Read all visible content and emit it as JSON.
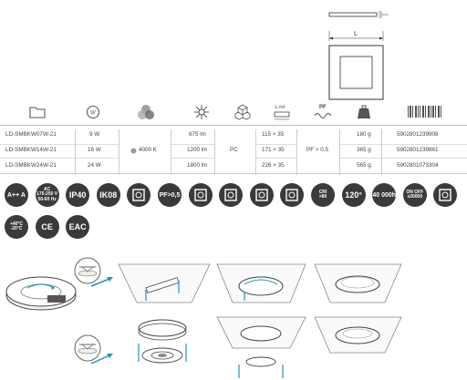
{
  "drawing": {
    "dim_label": "L"
  },
  "columns": [
    {
      "icon": "folder-icon"
    },
    {
      "icon": "watt-icon"
    },
    {
      "icon": "color-temperature-icon"
    },
    {
      "icon": "lumen-icon"
    },
    {
      "icon": "material-icon"
    },
    {
      "icon": "dimensions-icon",
      "label": "L×H"
    },
    {
      "icon": "power-factor-icon",
      "label": "PF"
    },
    {
      "icon": "weight-icon"
    },
    {
      "icon": "barcode-icon"
    }
  ],
  "rows": [
    {
      "model": "LD-SMBKW07W-21",
      "power": "9 W",
      "lumen": "675 lm",
      "size": "115 × 35",
      "weight": "180 g",
      "ean": "5902801239908"
    },
    {
      "model": "LD-SMBKW14W-21",
      "power": "16 W",
      "lumen": "1200 lm",
      "size": "171 × 35",
      "weight": "365 g",
      "ean": "5902801239861"
    },
    {
      "model": "LD-SMBKW24W-21",
      "power": "24 W",
      "lumen": "1800 lm",
      "size": "226 × 35",
      "weight": "565 g",
      "ean": "5902801073304"
    }
  ],
  "shared": {
    "cct": "4000 K",
    "material": "PC",
    "pf": "PF > 0,5"
  },
  "badges_row1": [
    {
      "name": "energy-class-badge",
      "text": "A++ A"
    },
    {
      "name": "voltage-badge",
      "text": "AC\n175-250 V\n50-60 Hz"
    },
    {
      "name": "ip40-badge",
      "text": "IP40"
    },
    {
      "name": "ik08-badge",
      "text": "IK08"
    },
    {
      "name": "class-ii-badge",
      "text": ""
    },
    {
      "name": "pf-badge",
      "text": "PF>0,5"
    },
    {
      "name": "beam-angle-badge",
      "text": ""
    },
    {
      "name": "surface-mount-badge",
      "text": ""
    },
    {
      "name": "no-dimming-badge",
      "text": ""
    },
    {
      "name": "indoor-badge",
      "text": ""
    },
    {
      "name": "cri-badge",
      "text": "CRI\n>80"
    },
    {
      "name": "angle-120-badge",
      "text": "120°"
    },
    {
      "name": "lifetime-badge",
      "text": "40 000h"
    },
    {
      "name": "switching-cycles-badge",
      "text": "ON OFF\nx20000"
    },
    {
      "name": "no-cover-badge",
      "text": ""
    }
  ],
  "badges_row2": [
    {
      "name": "temperature-range-badge",
      "text": "+40°C\n-20°C"
    },
    {
      "name": "ce-badge",
      "text": "CE"
    },
    {
      "name": "eac-badge",
      "text": "EAC"
    }
  ]
}
